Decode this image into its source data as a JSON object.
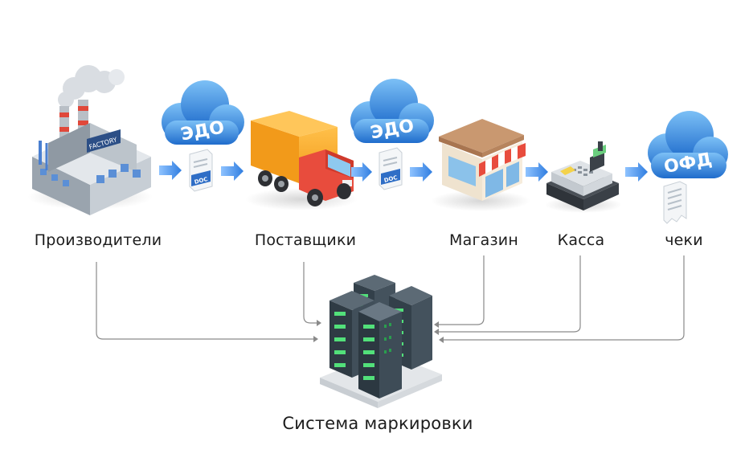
{
  "nodes": {
    "producers": {
      "label": "Производители",
      "sign": "FACTORY"
    },
    "suppliers": {
      "label": "Поставщики"
    },
    "store": {
      "label": "Магазин"
    },
    "register": {
      "label": "Касса"
    },
    "receipts": {
      "label": "чеки"
    }
  },
  "clouds": {
    "edo_1": {
      "text": "ЭДО",
      "doc": "DOC"
    },
    "edo_2": {
      "text": "ЭДО",
      "doc": "DOC"
    },
    "ofd": {
      "text": "ОФД"
    }
  },
  "system": {
    "label": "Система маркировки"
  },
  "colors": {
    "cloud_top": "#6fb3f2",
    "cloud_bottom": "#1f6fd0",
    "arrow": "#3d8be8",
    "connector": "#8a8a8a",
    "truck_box": "#f6a623",
    "truck_cab": "#e84c3d",
    "server": "#3b4750",
    "server_led": "#52e07a"
  }
}
